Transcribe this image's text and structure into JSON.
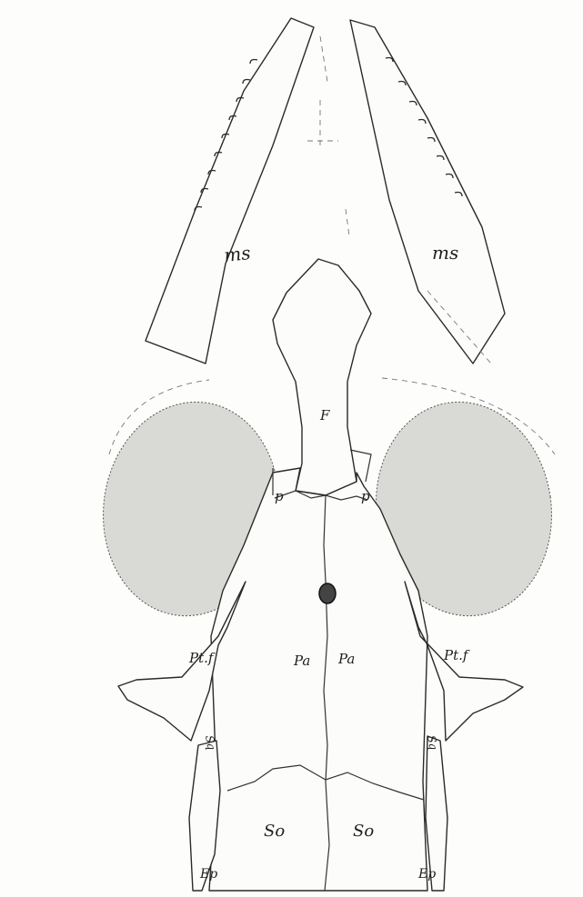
{
  "figure": {
    "labels": {
      "ms_left": "ms",
      "ms_right": "ms",
      "frontal": "F",
      "p_left": "p",
      "p_right": "p",
      "pa_left": "Pa",
      "pa_right": "Pa",
      "ptf_left": "Pt.f",
      "ptf_right": "Pt.f",
      "sq_left": "Sq",
      "sq_right": "Sq",
      "so_left": "So",
      "so_right": "So",
      "ep_left": "Ep",
      "ep_right": "Ep"
    },
    "colors": {
      "ink": "#2a2a2a",
      "orbit_shade": "#d9d9d6",
      "paper": "#fdfdfc"
    }
  }
}
